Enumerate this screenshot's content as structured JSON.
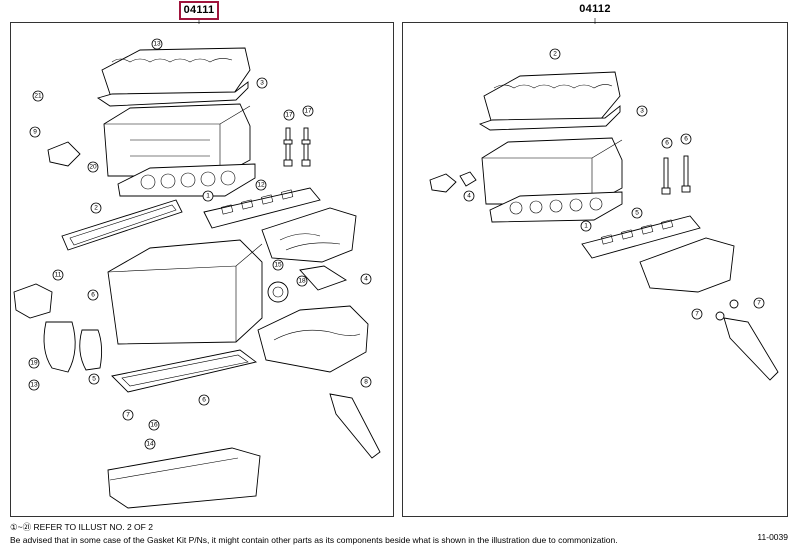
{
  "header": {
    "left_part_number": "04111",
    "right_part_number": "04112"
  },
  "callouts_left": [
    "13",
    "3",
    "21",
    "9",
    "20",
    "17",
    "17",
    "1",
    "12",
    "2",
    "11",
    "6",
    "15",
    "18",
    "4",
    "19",
    "5",
    "7",
    "16",
    "6",
    "14",
    "13",
    "8"
  ],
  "callouts_right": [
    "2",
    "3",
    "6",
    "6",
    "4",
    "1",
    "5",
    "7",
    "7"
  ],
  "footer": {
    "line1": "①~㉑ REFER TO ILLUST NO. 2 OF 2",
    "line2": "Be advised that in some case of the Gasket Kit P/Ns, it might contain other parts as its components beside what is shown in the illustration due to commonization.",
    "code": "11-0039"
  }
}
